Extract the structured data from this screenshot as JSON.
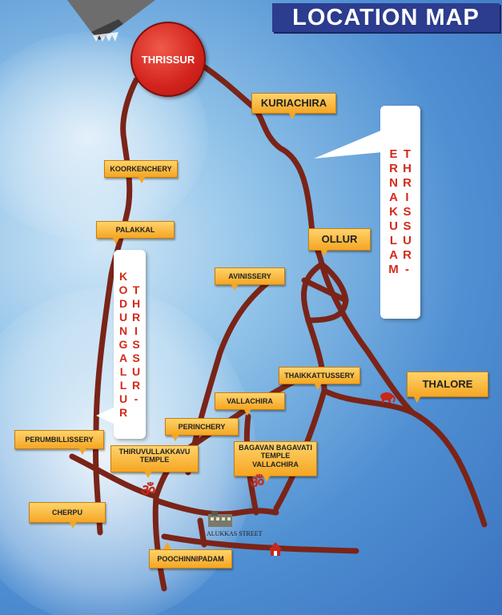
{
  "title": "LOCATION MAP",
  "city": "THRISSUR",
  "routes": {
    "east": "THRISSUR-ERNAKULAM",
    "west": "THRISSUR-KODUNGALLUR"
  },
  "places": {
    "kuriachira": "KURIACHIRA",
    "koorkenchery": "KOORKENCHERY",
    "palakkal": "PALAKKAL",
    "ollur": "OLLUR",
    "avinissery": "AVINISSERY",
    "thaikkattussery": "THAIKKATTUSSERY",
    "thalore": "THALORE",
    "vallachira": "VALLACHIRA",
    "perinchery": "PERINCHERY",
    "perumbillissery": "PERUMBILLISSERY",
    "thiruvullakkavu_line1": "THIRUVULLAKKAVU",
    "thiruvullakkavu_line2": "TEMPLE",
    "bagavan_line1": "BAGAVAN BAGAVATI",
    "bagavan_line2": "TEMPLE",
    "bagavan_line3": "VALLACHIRA",
    "cherpu": "CHERPU",
    "poochinnipadam": "POOCHINNIPADAM",
    "alukkas_street": "ALUKKAS STREET"
  },
  "colors": {
    "road": "#7a2418",
    "label_fill": "#f5a623",
    "city_fill": "#d2231c",
    "title_bg": "#2c3c8e",
    "callout_text": "#d42a1a"
  },
  "icons": [
    "om-symbol",
    "temple-icon",
    "building-icon",
    "elephant-icon"
  ]
}
